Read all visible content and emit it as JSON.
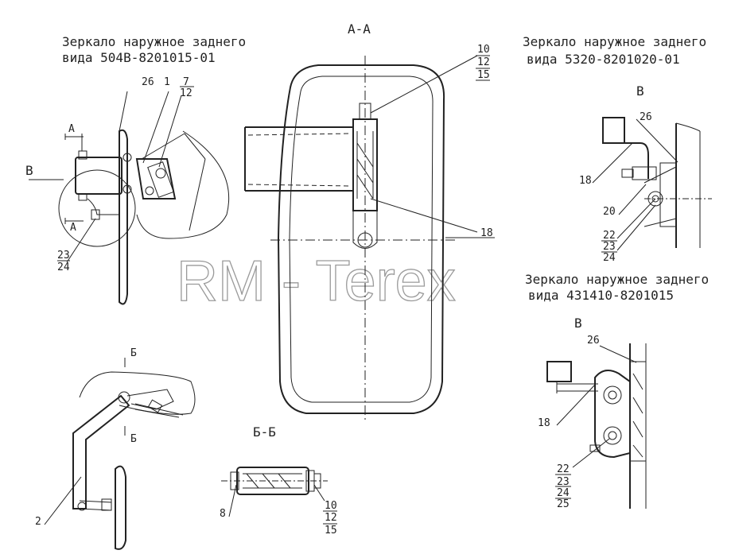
{
  "headings": {
    "mirror1_line1": "Зеркало наружное заднего",
    "mirror1_line2": "вида 504В-8201015-01",
    "mirror2_line1": "Зеркало наружное заднего",
    "mirror2_line2": "вида 5320-8201020-01",
    "mirror3_line1": "Зеркало наружное заднего",
    "mirror3_line2": "вида 431410-8201015"
  },
  "sections": {
    "aa": "А-А",
    "bb": "Б-Б",
    "view_v1": "В",
    "view_v2": "В"
  },
  "cut_marks": {
    "a_top": "А",
    "a_bottom": "А",
    "b_top": "Б",
    "b_bottom": "Б",
    "v_left": "В"
  },
  "part_labels": {
    "top_left": [
      "26",
      "1",
      "7",
      "12",
      "23",
      "24"
    ],
    "center": [
      "10",
      "12",
      "15",
      "18"
    ],
    "right_top": [
      "26",
      "18",
      "20",
      "22",
      "23",
      "24"
    ],
    "right_bottom": [
      "26",
      "18",
      "22",
      "23",
      "24",
      "25"
    ],
    "bottom_left": [
      "2"
    ],
    "bb": [
      "8",
      "10",
      "12",
      "15"
    ]
  },
  "watermark": "RM - Terex"
}
